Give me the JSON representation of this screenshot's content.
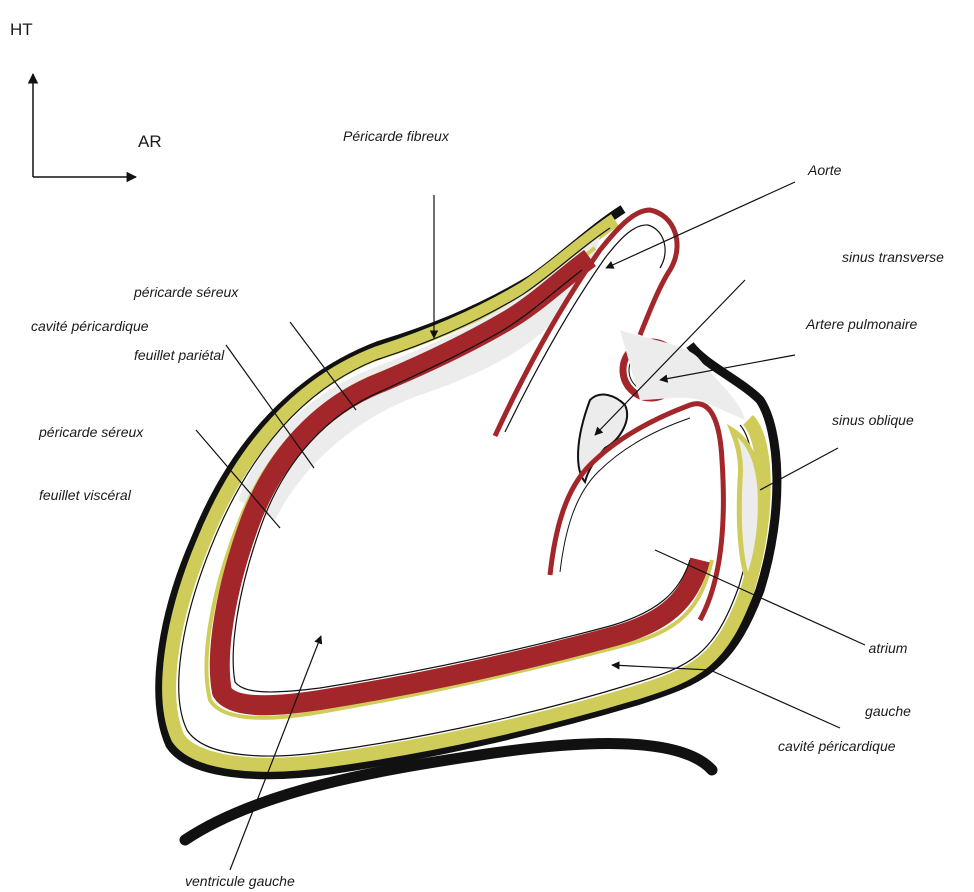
{
  "orientation": {
    "vertical_label": "HT",
    "horizontal_label": "AR"
  },
  "labels": {
    "pericarde_fibreux": "Péricarde fibreux",
    "aorte": "Aorte",
    "sinus_transverse": "sinus transverse",
    "artere_pulmonaire": "Artere pulmonaire",
    "sinus_oblique": "sinus oblique",
    "atrium_gauche_line1": "atrium",
    "atrium_gauche_line2": "gauche",
    "cavite_pericardique_right": "cavité péricardique",
    "ventricule_gauche": "ventricule gauche",
    "pericarde_sereux_parietal_line1": "péricarde séreux",
    "pericarde_sereux_parietal_line2": "feuillet pariétal",
    "cavite_pericardique_left": "cavité péricardique",
    "pericarde_sereux_visceral_line1": "péricarde séreux",
    "pericarde_sereux_visceral_line2": "feuillet viscéral"
  },
  "colors": {
    "fibrous_layer": "#111111",
    "serous_layer": "#cfcc5a",
    "myocardium": "#a3262a",
    "pericardial_cavity": "#ececec",
    "outline": "#111111"
  }
}
